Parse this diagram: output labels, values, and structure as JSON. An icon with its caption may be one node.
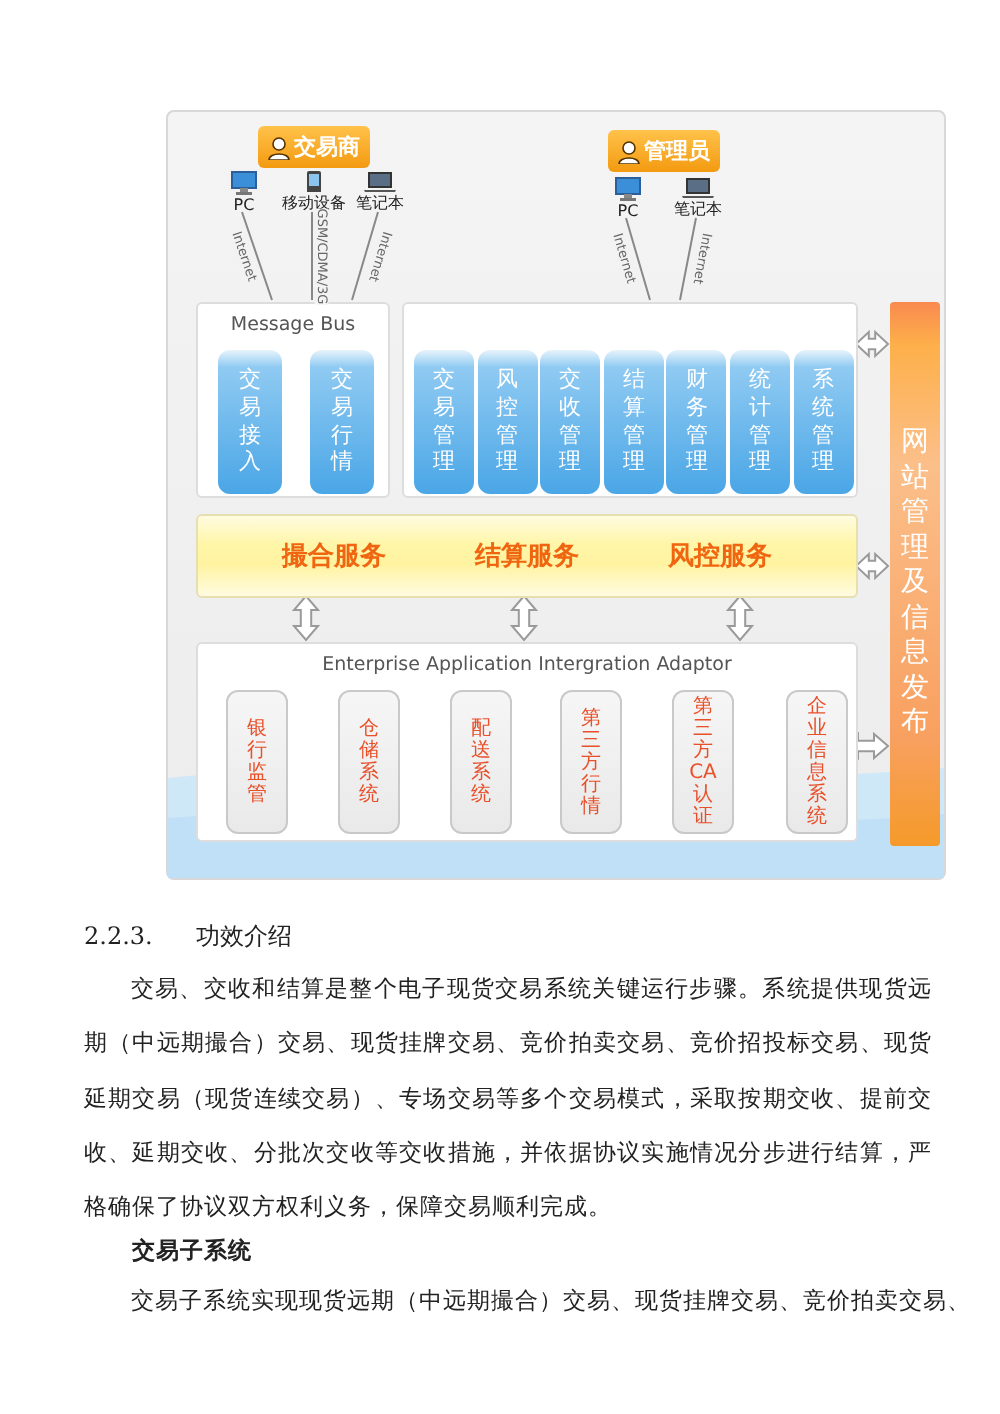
{
  "diagram": {
    "nodes": [
      {
        "text": [],
        "shape": "box"
      },
      {
        "text": [
          "交易商"
        ],
        "in": 0
      },
      {
        "text": [
          "管理员"
        ],
        "in": 0
      },
      {
        "text": [
          "PC"
        ],
        "in": 0
      },
      {
        "text": [
          "移动设备"
        ],
        "in": 0
      },
      {
        "text": [
          "笔记本"
        ],
        "in": 0
      },
      {
        "text": [
          "PC"
        ],
        "in": 0
      },
      {
        "text": [
          "笔记本"
        ],
        "in": 0
      },
      {
        "text": [
          "Message Bus"
        ],
        "in": 0
      },
      {
        "text": [
          "交易接入"
        ],
        "in": 8
      },
      {
        "text": [
          "交易行情"
        ],
        "in": 8
      },
      {
        "text": [],
        "shape": "box",
        "in": 0
      },
      {
        "text": [
          "交易管理"
        ],
        "in": 11
      },
      {
        "text": [
          "风控管理"
        ],
        "in": 11
      },
      {
        "text": [
          "交收管理"
        ],
        "in": 11
      },
      {
        "text": [
          "结算管理"
        ],
        "in": 11
      },
      {
        "text": [
          "财务管理"
        ],
        "in": 11
      },
      {
        "text": [
          "统计管理"
        ],
        "in": 11
      },
      {
        "text": [
          "系统管理"
        ],
        "in": 11
      },
      {
        "text": [
          "撮合服务",
          "结算服务",
          "风控服务"
        ],
        "in": 0
      },
      {
        "text": [
          "Enterprise Application Intergration Adaptor"
        ],
        "in": 0
      },
      {
        "text": [
          "银行监管"
        ],
        "in": 20
      },
      {
        "text": [
          "仓储系统"
        ],
        "in": 20
      },
      {
        "text": [
          "配送系统"
        ],
        "in": 20
      },
      {
        "text": [
          "第三方行情"
        ],
        "in": 20
      },
      {
        "text": [
          "第三方CA认证"
        ],
        "in": 20
      },
      {
        "text": [
          "企业信息系统"
        ],
        "in": 20
      },
      {
        "text": [
          "网站管理及信息发布"
        ],
        "in": 0
      }
    ],
    "edges": [
      {
        "from": 3,
        "to": 8,
        "arrow": "none",
        "label": "Internet"
      },
      {
        "from": 4,
        "to": 8,
        "arrow": "none",
        "label": "GSM/CDMA/3G"
      },
      {
        "from": 5,
        "to": 8,
        "arrow": "none",
        "label": "Internet"
      },
      {
        "from": 6,
        "to": 11,
        "arrow": "none",
        "label": "Internet"
      },
      {
        "from": 7,
        "to": 11,
        "arrow": "none",
        "label": "Internet"
      },
      {
        "from": 11,
        "to": 27,
        "arrow": "both",
        "style": "thick"
      },
      {
        "from": 19,
        "to": 27,
        "arrow": "both",
        "style": "thick"
      },
      {
        "from": 26,
        "to": 27,
        "arrow": "both",
        "style": "thick"
      },
      {
        "from": 19,
        "to": 20,
        "arrow": "both",
        "style": "thick"
      },
      {
        "from": 19,
        "to": 20,
        "arrow": "both",
        "style": "thick"
      },
      {
        "from": 19,
        "to": 20,
        "arrow": "both",
        "style": "thick"
      }
    ],
    "labels": [
      "2.2.3.",
      "功效介绍",
      "交易、交收和结算是整个电子现货交易系统关键运行步骤。系统提供现货远期（中远期撮合）交易、现货挂牌交易、竞价拍卖交易、竞价招投标交易、现货延期交易（现货连续交易）、专场交易等多个交易模式，采取按期交收、提前交收、延期交收、分批次交收等交收措施，并依据协议实施情况分步进行结算，严格确保了协议双方权利义务，保障交易顺利完成。",
      "交易子系统",
      "交易子系统实现现货远期（中远期撮合）交易、现货挂牌交易、竞价拍卖交易、"
    ]
  }
}
